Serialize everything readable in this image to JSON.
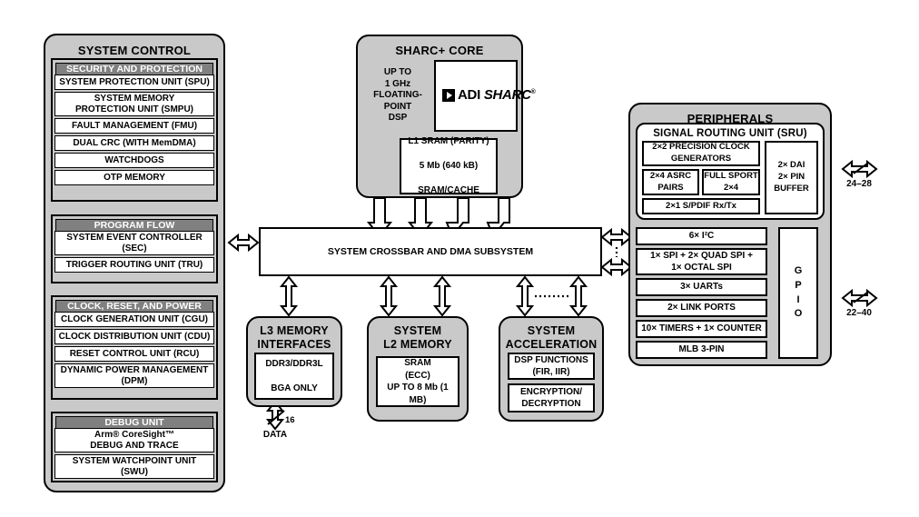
{
  "diagram": {
    "title": "SHARC+ Processor Block Diagram",
    "colors": {
      "panel_fill": "#c9c9c9",
      "group_header_fill": "#808080",
      "cell_fill": "#ffffff",
      "line": "#000000",
      "background": "#ffffff"
    }
  },
  "system_control": {
    "title": "SYSTEM CONTROL",
    "groups": [
      {
        "header": "SECURITY AND PROTECTION",
        "items": [
          "SYSTEM PROTECTION UNIT (SPU)",
          "SYSTEM MEMORY\nPROTECTION UNIT (SMPU)",
          "FAULT MANAGEMENT (FMU)",
          "DUAL CRC (WITH MemDMA)",
          "WATCHDOGS",
          "OTP MEMORY"
        ]
      },
      {
        "header": "PROGRAM FLOW",
        "items": [
          "SYSTEM EVENT CONTROLLER\n(SEC)",
          "TRIGGER ROUTING UNIT (TRU)"
        ]
      },
      {
        "header": "CLOCK, RESET, AND POWER",
        "items": [
          "CLOCK GENERATION UNIT (CGU)",
          "CLOCK DISTRIBUTION UNIT (CDU)",
          "RESET CONTROL UNIT (RCU)",
          "DYNAMIC POWER MANAGEMENT\n(DPM)"
        ]
      },
      {
        "header": "DEBUG UNIT",
        "items": [
          "Arm® CoreSight™\nDEBUG AND TRACE",
          "SYSTEM WATCHPOINT UNIT\n(SWU)"
        ]
      }
    ]
  },
  "sharc_core": {
    "title": "SHARC+ CORE",
    "spec_text": "UP TO\n1 GHz\nFLOATING-POINT\nDSP",
    "logo": {
      "icon": "adi-triangle-logo",
      "brand": "ADI",
      "product": "SHARC",
      "trademark": "®"
    },
    "l1_sram": "L1 SRAM (PARITY)\n\n5 Mb (640 kB)\n\nSRAM/CACHE"
  },
  "crossbar": {
    "label": "SYSTEM CROSSBAR AND DMA SUBSYSTEM"
  },
  "l3_memory": {
    "title": "L3 MEMORY\nINTERFACES",
    "inner": "DDR3/DDR3L\n\nBGA ONLY",
    "bus_width": "16",
    "bus_label": "DATA"
  },
  "l2_memory": {
    "title": "SYSTEM\nL2 MEMORY",
    "inner": "SRAM\n(ECC)\nUP TO 8 Mb (1 MB)"
  },
  "system_acceleration": {
    "title": "SYSTEM\nACCELERATION",
    "items": [
      "DSP FUNCTIONS\n(FIR, IIR)",
      "ENCRYPTION/\nDECRYPTION"
    ]
  },
  "peripherals": {
    "title": "PERIPHERALS",
    "sru": {
      "header": "SIGNAL ROUTING UNIT (SRU)",
      "clock_generators": "2×2 PRECISION CLOCK\nGENERATORS",
      "asrc_pairs": "2×4 ASRC\nPAIRS",
      "full_sport": "FULL SPORT\n2×4",
      "spdif": "2×1 S/PDIF Rx/Tx",
      "dai_buffer": "2× DAI\n2× PIN\nBUFFER"
    },
    "items": [
      "6× I²C",
      "1× SPI + 2× QUAD SPI +\n1× OCTAL SPI",
      "3× UARTs",
      "2× LINK PORTS",
      "10× TIMERS + 1× COUNTER",
      "MLB 3-PIN"
    ],
    "gpio_label": "GPIO",
    "pin_counts": {
      "dai": "24–28",
      "gpio": "22–40"
    }
  }
}
